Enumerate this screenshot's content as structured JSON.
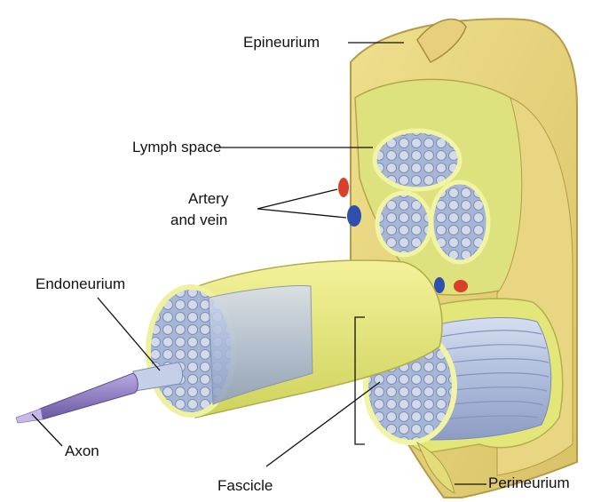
{
  "labels": {
    "epineurium": "Epineurium",
    "lymph_space": "Lymph space",
    "artery_and_vein_line1": "Artery",
    "artery_and_vein_line2": "and vein",
    "endoneurium": "Endoneurium",
    "axon": "Axon",
    "fascicle": "Fascicle",
    "perineurium": "Perineurium"
  },
  "colors": {
    "outer_sheath": "#e8d477",
    "outer_sheath_edge": "#b59a4a",
    "inner_tissue": "#dbe07a",
    "fascicle_sheath": "#e6e874",
    "fiber_blue": "#b3c2dc",
    "fiber_dark": "#8a9ac0",
    "axon_purple": "#8e7bc0",
    "artery_red": "#d9402a",
    "vein_blue": "#2f4fae"
  },
  "icons": {
    "nerve_illustration": "nerve-cross-section-illustration"
  }
}
